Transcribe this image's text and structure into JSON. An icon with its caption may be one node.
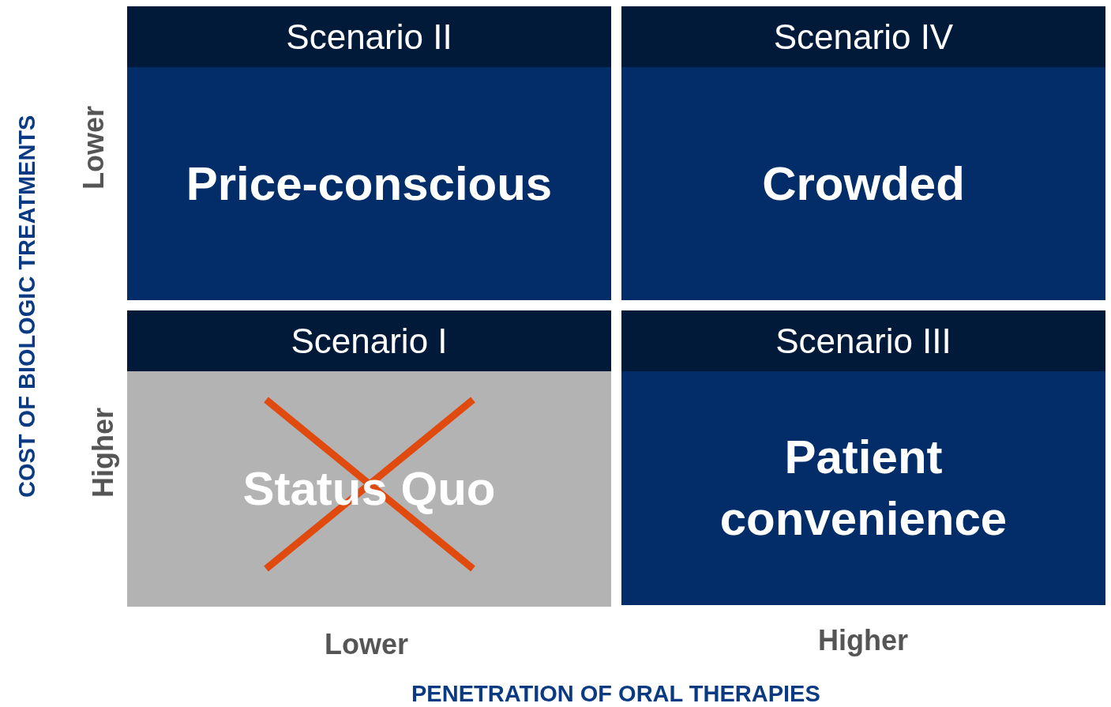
{
  "diagram": {
    "nodes": [
      {
        "text": [
          "Scenario II",
          "Price-conscious"
        ]
      },
      {
        "text": [
          "Scenario IV",
          "Crowded"
        ]
      },
      {
        "text": [
          "Scenario I",
          "Status Quo"
        ]
      },
      {
        "text": [
          "Scenario III",
          "Patient convenience"
        ]
      }
    ],
    "edges": [],
    "labels": [
      "COST OF BIOLOGIC TREATMENTS",
      "Lower",
      "Higher",
      "Lower",
      "Higher",
      "PENETRATION OF ORAL THERAPIES"
    ]
  }
}
